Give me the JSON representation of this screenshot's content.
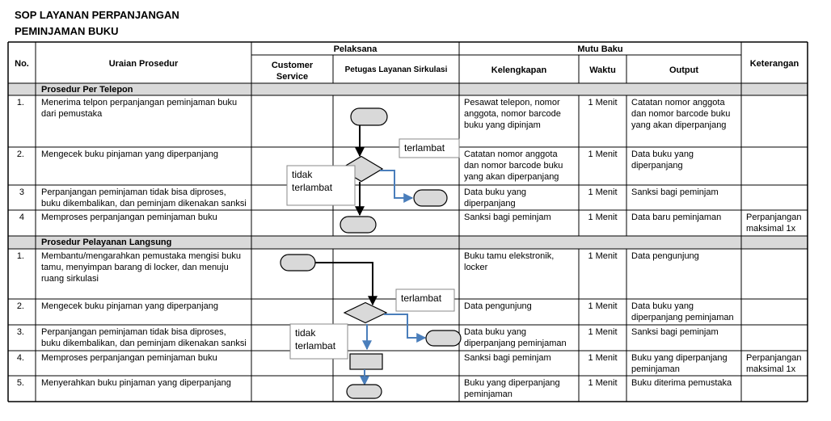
{
  "title": {
    "line1": "SOP LAYANAN PERPANJANGAN",
    "line2": "PEMINJAMAN BUKU"
  },
  "header": {
    "no": "No.",
    "uraian": "Uraian Prosedur",
    "pelaksana": "Pelaksana",
    "cs_line1": "Customer",
    "cs_line2": "Service",
    "petugas": "Petugas Layanan Sirkulasi",
    "mutu": "Mutu Baku",
    "kelengkapan": "Kelengkapan",
    "waktu": "Waktu",
    "output": "Output",
    "keterangan": "Keterangan"
  },
  "sections": {
    "telepon": "Prosedur Per Telepon",
    "langsung": "Prosedur Pelayanan Langsung"
  },
  "rows_telepon": [
    {
      "no": "1.",
      "uraian": [
        "Menerima telpon perpanjangan peminjaman buku",
        "dari pemustaka"
      ],
      "kelengkapan": [
        "Pesawat telepon, nomor",
        "anggota, nomor barcode",
        "buku yang dipinjam"
      ],
      "waktu": "1 Menit",
      "output": [
        "Catatan nomor anggota",
        "dan nomor barcode buku",
        "yang akan diperpanjang"
      ],
      "keterangan": []
    },
    {
      "no": "2.",
      "uraian": [
        "Mengecek buku pinjaman yang diperpanjang"
      ],
      "kelengkapan": [
        "Catatan nomor anggota",
        "dan nomor barcode buku",
        "yang akan diperpanjang"
      ],
      "waktu": "1 Menit",
      "output": [
        "Data buku yang",
        "diperpanjang"
      ],
      "keterangan": []
    },
    {
      "no": "3",
      "uraian": [
        "Perpanjangan peminjaman tidak bisa diproses,",
        "buku dikembalikan, dan peminjam dikenakan sanksi"
      ],
      "kelengkapan": [
        "Data buku yang",
        "diperpanjang"
      ],
      "waktu": "1 Menit",
      "output": [
        "Sanksi bagi peminjam"
      ],
      "keterangan": []
    },
    {
      "no": "4",
      "uraian": [
        "Memproses perpanjangan peminjaman buku"
      ],
      "kelengkapan": [
        "Sanksi bagi peminjam"
      ],
      "waktu": "1 Menit",
      "output": [
        "Data baru peminjaman"
      ],
      "keterangan": [
        "Perpanjangan",
        "maksimal 1x"
      ]
    }
  ],
  "rows_langsung": [
    {
      "no": "1.",
      "uraian": [
        "Membantu/mengarahkan pemustaka mengisi buku",
        "tamu, menyimpan barang di locker, dan menuju",
        "ruang sirkulasi"
      ],
      "kelengkapan": [
        "Buku tamu elekstronik,",
        "locker"
      ],
      "waktu": "1 Menit",
      "output": [
        "Data pengunjung"
      ],
      "keterangan": []
    },
    {
      "no": "2.",
      "uraian": [
        "Mengecek buku pinjaman yang diperpanjang"
      ],
      "kelengkapan": [
        "Data pengunjung"
      ],
      "waktu": "1 Menit",
      "output": [
        "Data buku yang",
        "diperpanjang peminjaman"
      ],
      "keterangan": []
    },
    {
      "no": "3.",
      "uraian": [
        "Perpanjangan peminjaman tidak bisa diproses,",
        "buku dikembalikan, dan peminjam dikenakan sanksi"
      ],
      "kelengkapan": [
        "Data buku yang",
        "diperpanjang peminjaman"
      ],
      "waktu": "1 Menit",
      "output": [
        "Sanksi bagi peminjam"
      ],
      "keterangan": []
    },
    {
      "no": "4.",
      "uraian": [
        "Memproses perpanjangan peminjaman buku"
      ],
      "kelengkapan": [
        "Sanksi bagi peminjam"
      ],
      "waktu": "1 Menit",
      "output": [
        "Buku yang diperpanjang",
        "peminjaman"
      ],
      "keterangan": [
        "Perpanjangan",
        "maksimal 1x"
      ]
    },
    {
      "no": "5.",
      "uraian": [
        "Menyerahkan buku pinjaman yang diperpanjang"
      ],
      "kelengkapan": [
        "Buku yang diperpanjang",
        "peminjaman"
      ],
      "waktu": "1 Menit",
      "output": [
        "Buku diterima pemustaka"
      ],
      "keterangan": []
    }
  ],
  "flow_labels": {
    "terlambat_1": "terlambat",
    "tidak_terlambat_1": [
      "tidak",
      "terlambat"
    ],
    "terlambat_2": "terlambat",
    "tidak_terlambat_2": [
      "tidak",
      "terlambat"
    ]
  },
  "colors": {
    "section_fill": "#d9d9d9",
    "shape_fill": "#d9d9d9",
    "branch_arrow": "#4a7ebb",
    "line": "#000000"
  }
}
